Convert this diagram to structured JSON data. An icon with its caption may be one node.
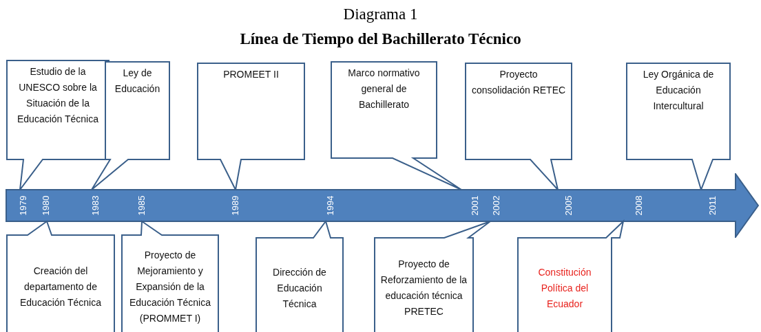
{
  "diagram": {
    "title": "Diagrama 1",
    "caption": "Línea de Tiempo del Bachillerato Técnico",
    "nodes": [
      {
        "text": [
          "Estudio de la UNESCO sobre la Situación de la Educación Técnica"
        ]
      },
      {
        "text": [
          "Ley de Educación"
        ]
      },
      {
        "text": [
          "PROMEET II"
        ]
      },
      {
        "text": [
          "Marco normativo general de Bachillerato"
        ]
      },
      {
        "text": [
          "Proyecto consolidación RETEC"
        ]
      },
      {
        "text": [
          "Ley Orgánica de Educación Intercultural"
        ]
      },
      {
        "text": [],
        "shape": "arrow"
      },
      {
        "text": [
          "Creación del departamento de Educación Técnica"
        ]
      },
      {
        "text": [
          "Proyecto de Mejoramiento y Expansión de la Educación Técnica (PROMMET I)"
        ]
      },
      {
        "text": [
          "Dirección de Educación Técnica"
        ]
      },
      {
        "text": [
          "Proyecto de Reforzamiento de la educación técnica PRETEC"
        ]
      },
      {
        "text": [
          "Constitución Política del Ecuador"
        ]
      }
    ],
    "labels": [
      "1979",
      "1980",
      "1983",
      "1985",
      "1989",
      "1994",
      "2001",
      "2002",
      "2005",
      "2008",
      "2011"
    ]
  }
}
